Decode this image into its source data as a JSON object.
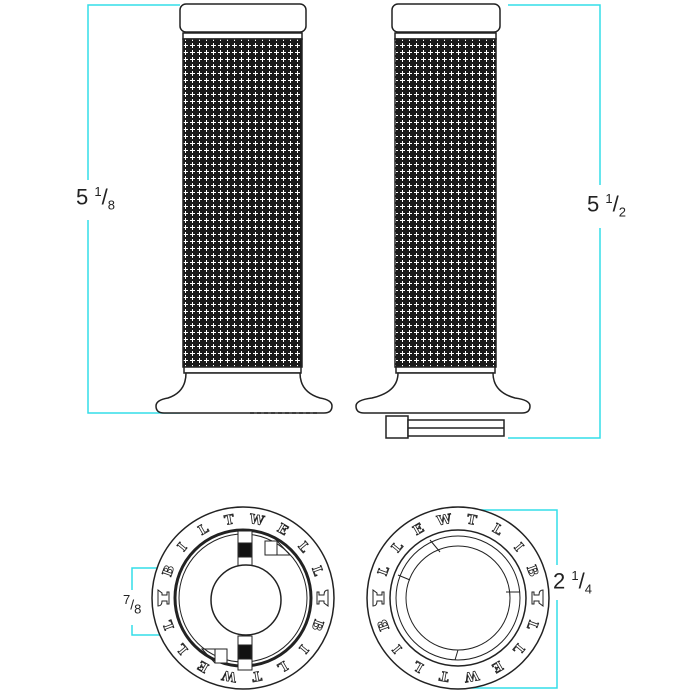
{
  "dimensions": {
    "left_grip_length": {
      "whole": "5",
      "num": "1",
      "den": "8"
    },
    "right_grip_length": {
      "whole": "5",
      "num": "1",
      "den": "2"
    },
    "inner_diameter": {
      "num": "7",
      "den": "8"
    },
    "outer_diameter": {
      "whole": "2",
      "num": "1",
      "den": "4"
    }
  },
  "ring_text": "BILTWELL",
  "colors": {
    "dimension_line": "#33dde8",
    "outline": "#222222"
  }
}
